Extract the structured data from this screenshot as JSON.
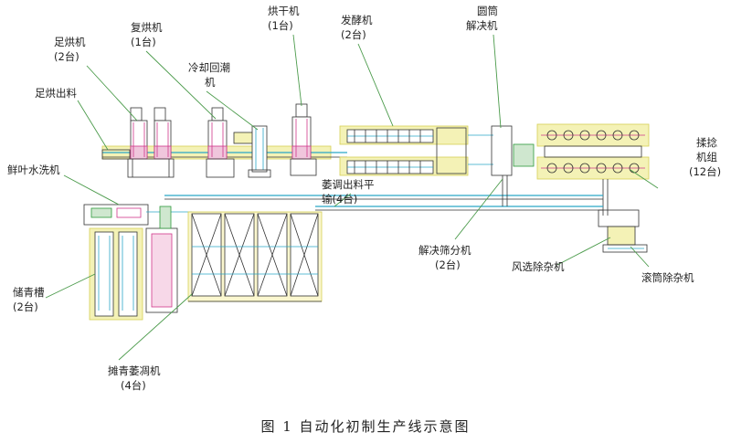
{
  "labels": {
    "zuhongji": [
      "足烘机",
      "(2台)"
    ],
    "fuhongji": [
      "复烘机",
      "(1台)"
    ],
    "honggan": [
      "烘干机",
      "(1台)"
    ],
    "fajiao": [
      "发酵机",
      "(2台)"
    ],
    "yuantong": [
      "圆筒",
      "解决机"
    ],
    "lengque": [
      "冷却回潮",
      "机"
    ],
    "zuhongchuliao": [
      "足烘出料"
    ],
    "xianye": [
      "鲜叶水洗机"
    ],
    "rounian": [
      "揉捻",
      "机组",
      "(12台)"
    ],
    "weitiao": [
      "萎调出料平",
      "输(4台)"
    ],
    "jiekuai": [
      "解决筛分机",
      "(2台)"
    ],
    "fengxuan": [
      "风选除杂机"
    ],
    "guntong": [
      "滚筒除杂机"
    ],
    "chuqing": [
      "储青槽",
      "(2台)"
    ],
    "tanqing": [
      "摊青萎凋机",
      "(4台)"
    ]
  },
  "caption": "图 1  自动化初制生产线示意图",
  "colors": {
    "line": "#333333",
    "cyan": "#2aa6c8",
    "yellow": "#f1ea5a",
    "magenta": "#d0368a",
    "green": "#2e9a3a",
    "leader": "#4a9a4a"
  }
}
